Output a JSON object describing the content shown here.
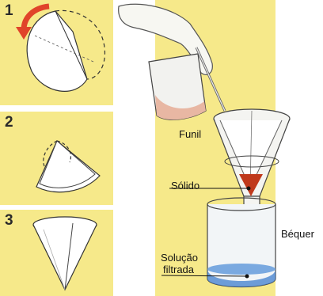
{
  "steps": [
    {
      "number": "1"
    },
    {
      "number": "2"
    },
    {
      "number": "3"
    }
  ],
  "labels": {
    "funnel": "Funil",
    "solid": "Sólido",
    "solution_line1": "Solução",
    "solution_line2": "filtrada",
    "beaker": "Béquer"
  },
  "colors": {
    "panel_background": "#f6e98a",
    "arrow": "#e0442a",
    "solid": "#c0391c",
    "solution": "#4a86d0"
  }
}
